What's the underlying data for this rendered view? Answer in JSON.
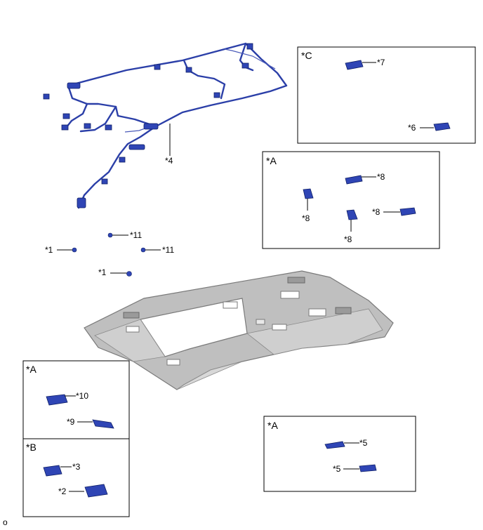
{
  "boxes": {
    "c_top": {
      "label": "*C"
    },
    "a_top": {
      "label": "*A"
    },
    "a_left": {
      "label": "*A"
    },
    "b_left": {
      "label": "*B"
    },
    "a_right": {
      "label": "*A"
    }
  },
  "callouts": {
    "harness": "*4",
    "clip11_top": "*11",
    "clip11_right": "*11",
    "clip1_left": "*1",
    "clip1_lower": "*1",
    "c_part7": "*7",
    "c_part6": "*6",
    "a_top_8a": "*8",
    "a_top_8b": "*8",
    "a_top_8c": "*8",
    "a_top_8d": "*8",
    "a_left_10": "*10",
    "a_left_9": "*9",
    "b_left_3": "*3",
    "b_left_2": "*2",
    "a_right_5a": "*5",
    "a_right_5b": "*5"
  },
  "footer": {
    "code": "o"
  },
  "colors": {
    "part_blue": "#2f45b5",
    "headliner_gray": "#bfbfbf",
    "outline": "#000000"
  }
}
